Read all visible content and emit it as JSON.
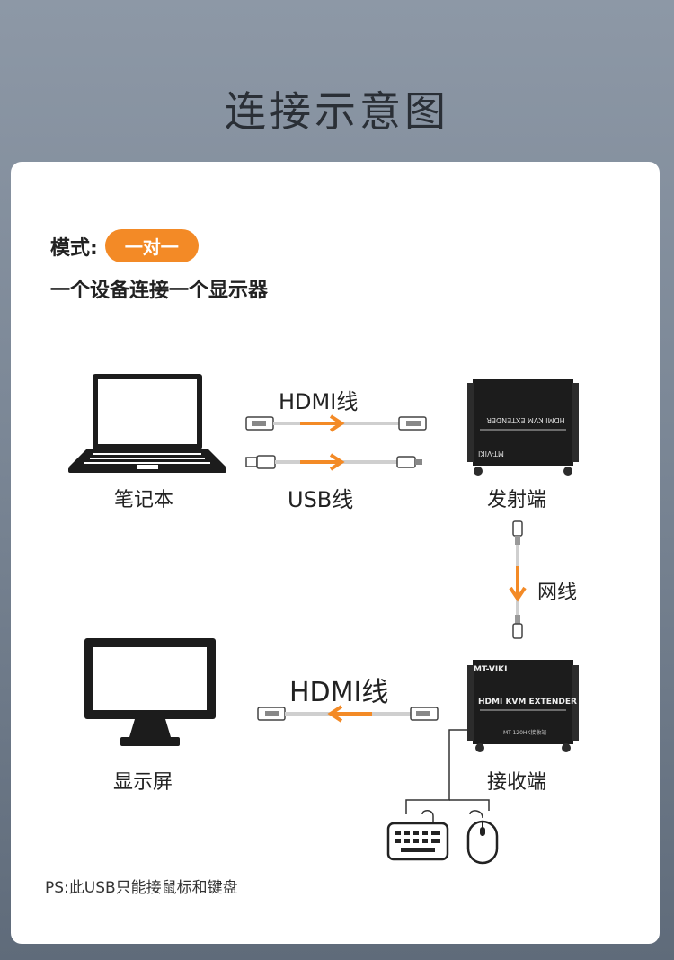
{
  "header": {
    "title": "连接示意图"
  },
  "mode": {
    "label": "模式:",
    "value": "一对一",
    "description": "一个设备连接一个显示器"
  },
  "devices": {
    "laptop": "笔记本",
    "transmitter": "发射端",
    "monitor": "显示屏",
    "receiver": "接收端"
  },
  "cables": {
    "hdmi_top": "HDMI线",
    "usb": "USB线",
    "network": "网线",
    "hdmi_bottom": "HDMI线"
  },
  "box_text": {
    "brand": "MT-VIKI",
    "product": "HDMI KVM EXTENDER",
    "model": "MT-120HK接收端"
  },
  "footer": {
    "note": "PS:此USB只能接鼠标和键盘"
  },
  "colors": {
    "accent": "#f38a26",
    "device": "#1c1c1c",
    "cable": "#d6d6d6"
  }
}
